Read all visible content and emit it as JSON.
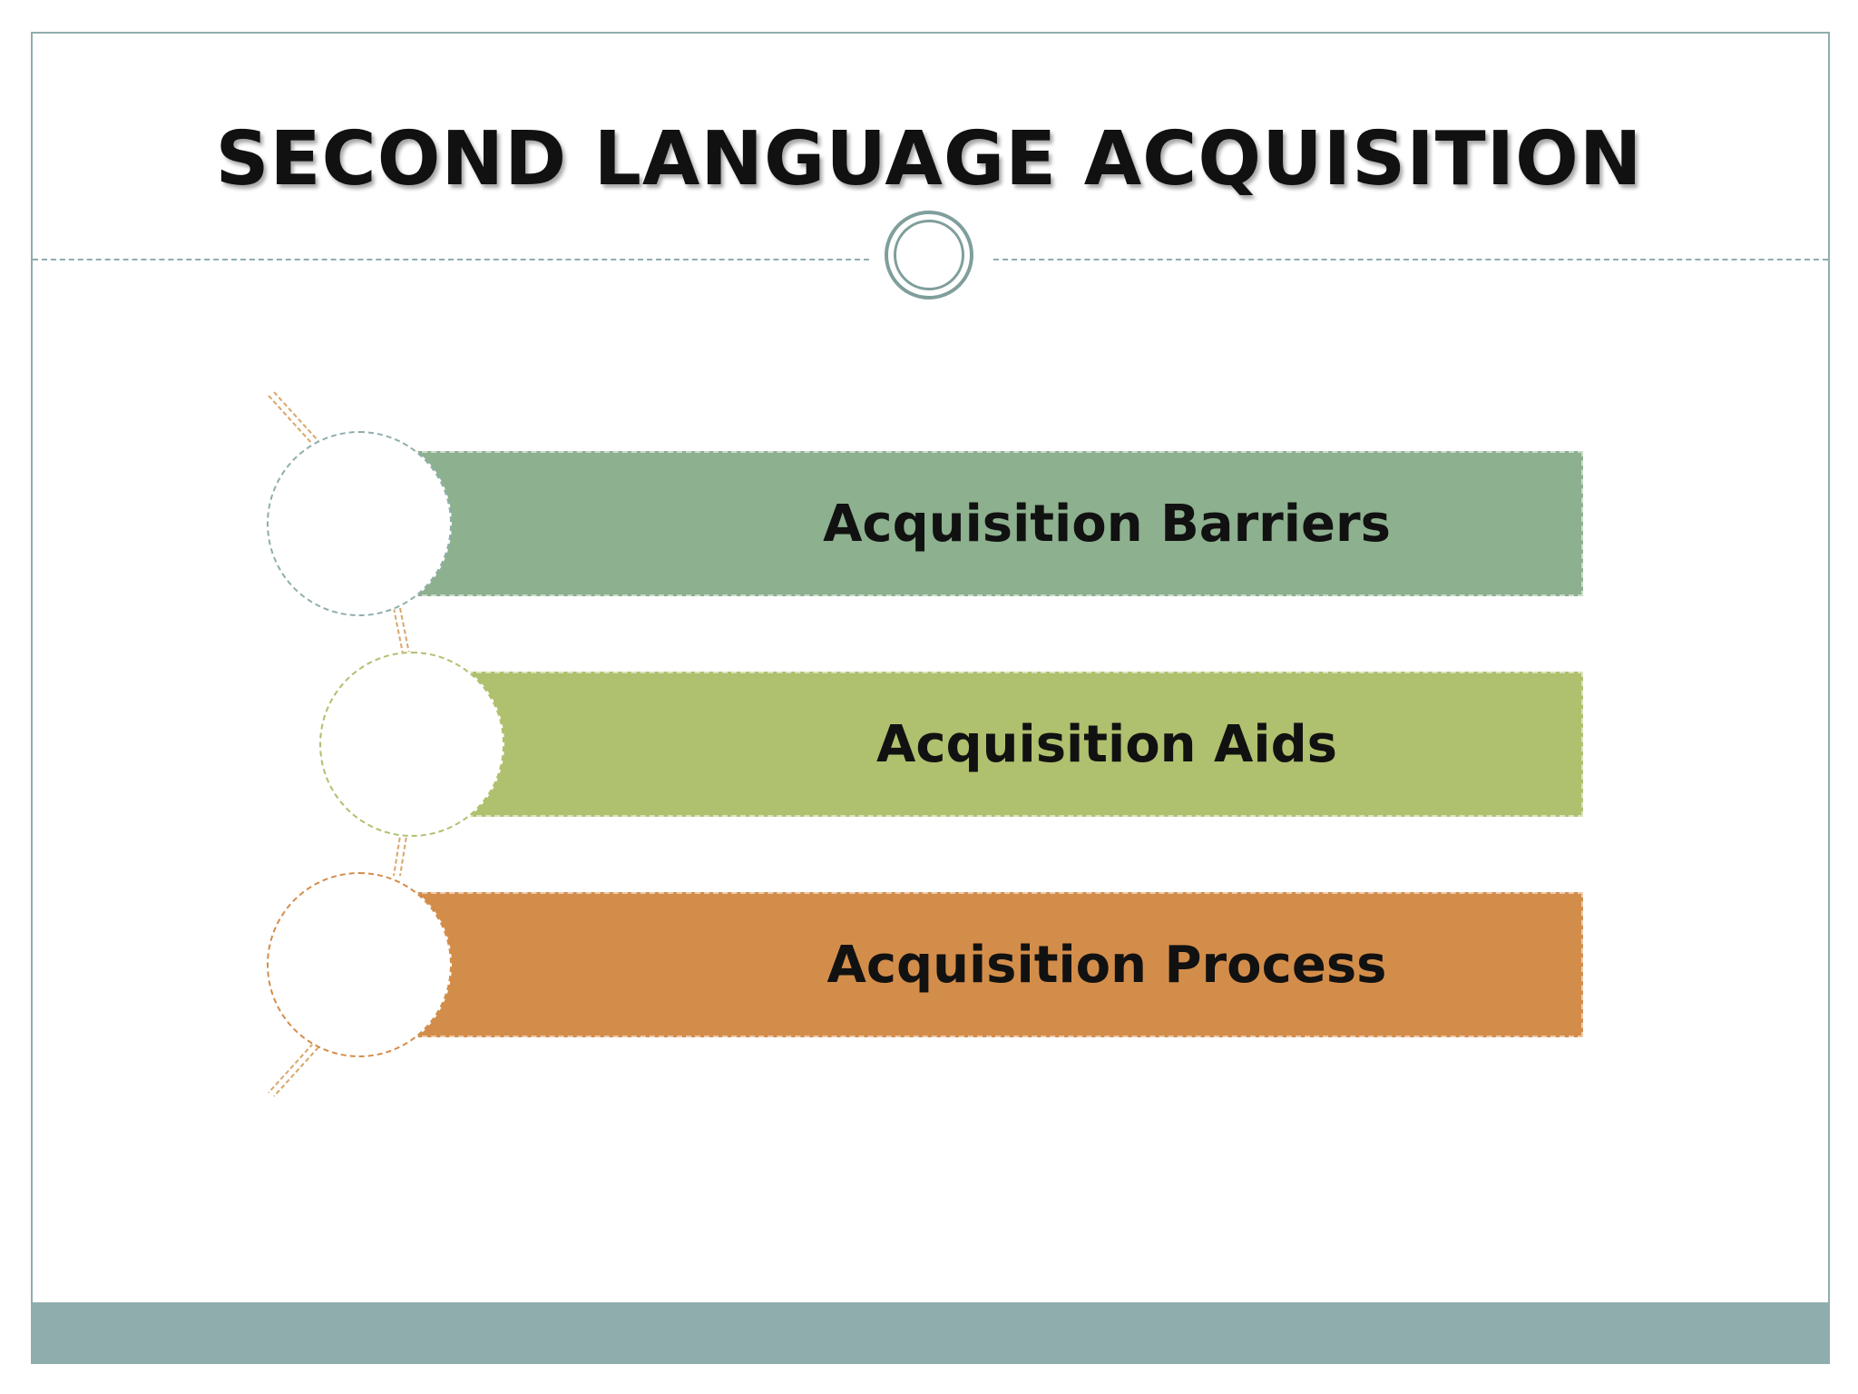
{
  "slide": {
    "title": "SECOND LANGUAGE ACQUISITION"
  },
  "items": [
    {
      "label": "Acquisition Barriers",
      "color": "#8db08e"
    },
    {
      "label": "Acquisition Aids",
      "color": "#afc06e"
    },
    {
      "label": "Acquisition Process",
      "color": "#d38d4a"
    }
  ],
  "theme": {
    "accent": "#8fadad",
    "connector": "#d9a66a"
  }
}
